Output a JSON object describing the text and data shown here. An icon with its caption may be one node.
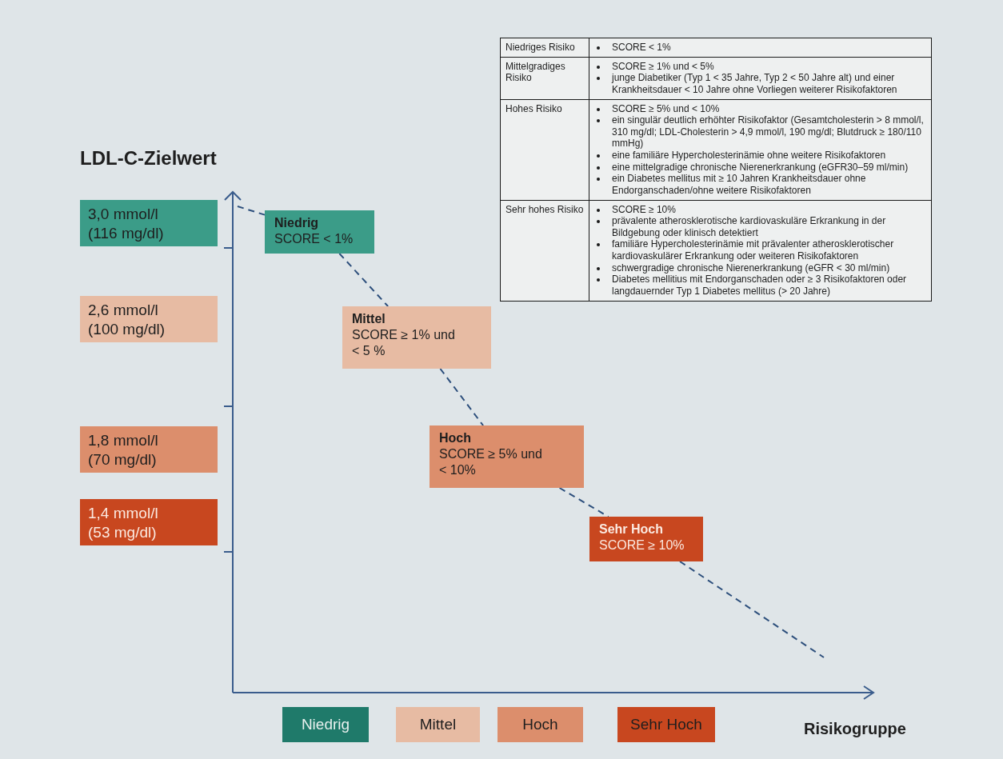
{
  "diagram": {
    "nodes": [
      {
        "text": [
          "3,0 mmol/l (116 mg/dl)"
        ]
      },
      {
        "text": [
          "2,6 mmol/l (100 mg/dl)"
        ]
      },
      {
        "text": [
          "1,8 mmol/l (70 mg/dl)"
        ]
      },
      {
        "text": [
          "1,4 mmol/l (53 mg/dl)"
        ]
      },
      {
        "text": [
          "Niedrig",
          "SCORE < 1%"
        ]
      },
      {
        "text": [
          "Mittel",
          "SCORE ≥ 1% und < 5 %"
        ]
      },
      {
        "text": [
          "Hoch",
          "SCORE ≥ 5% und < 10%"
        ]
      },
      {
        "text": [
          "Sehr Hoch",
          "SCORE ≥ 10%"
        ]
      },
      {
        "text": [
          "Niedrig"
        ]
      },
      {
        "text": [
          "Mittel"
        ]
      },
      {
        "text": [
          "Hoch"
        ]
      },
      {
        "text": [
          "Sehr Hoch"
        ]
      }
    ],
    "edges": [
      {
        "from": null,
        "to": 4,
        "arrow": "none",
        "style": "dashed"
      },
      {
        "from": 4,
        "to": 5,
        "arrow": "none",
        "style": "dashed"
      },
      {
        "from": 5,
        "to": 6,
        "arrow": "none",
        "style": "dashed"
      },
      {
        "from": 6,
        "to": 7,
        "arrow": "none",
        "style": "dashed"
      },
      {
        "from": 7,
        "to": null,
        "arrow": "none",
        "style": "dashed"
      }
    ],
    "labels": [
      "LDL-C-Zielwert",
      "Niedriges Risiko",
      "SCORE < 1%",
      "Mittelgradiges Risiko",
      "SCORE ≥ 1% und < 5%",
      "junge Diabetiker (Typ 1 < 35 Jahre, Typ 2 < 50 Jahre alt) und einer Krankheitsdauer < 10 Jahre ohne Vorliegen weiterer Risikofaktoren",
      "Hohes Risiko",
      "SCORE ≥ 5% und < 10%",
      "ein singulär deutlich erhöhter Risikofaktor (Gesamtcholesterin > 8 mmol/l, 310 mg/dl; LDL-Cholesterin > 4,9 mmol/l, 190 mg/dl; Blutdruck ≥ 180/110 mmHg)",
      "eine familiäre Hypercholesterinämie ohne weitere Risikofaktoren",
      "eine mittelgradige chronische Nierenerkrankung (eGFR30–59 ml/min)",
      "ein Diabetes mellitus mit ≥ 10 Jahren Krankheitsdauer ohne Endorganschaden/ohne weitere Risikofaktoren",
      "Sehr hohes Risiko",
      "SCORE ≥ 10%",
      "prävalente atherosklerotische kardiovaskuläre Erkrankung in der Bildgebung oder klinisch detektiert",
      "familiäre Hypercholesterinämie mit prävalenter atherosklerotischer kardiovaskulärer Erkrankung oder weiteren Risikofaktoren",
      "schwergradige chronische Nierenerkrankung (eGFR < 30 ml/min)",
      "Diabetes mellitius mit Endorganschaden oder ≥ 3 Risikofaktoren oder langdauernder Typ 1 Diabetes mellitus (> 20 Jahre)",
      "Risikogruppe"
    ]
  }
}
